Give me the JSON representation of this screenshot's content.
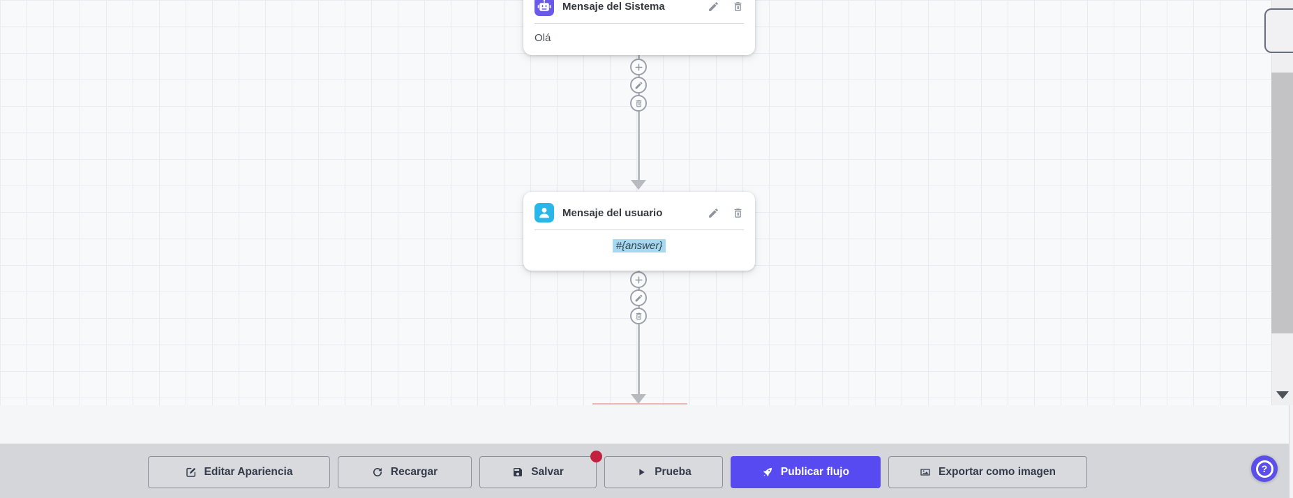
{
  "nodes": [
    {
      "title": "Mensaje del Sistema",
      "icon": "robot-icon",
      "icon_color": "#6a5ae9",
      "content": "Olá",
      "content_highlighted": false
    },
    {
      "title": "Mensaje del usuario",
      "icon": "user-icon",
      "icon_color": "#29b7ea",
      "content": "#{answer}",
      "content_highlighted": true
    }
  ],
  "node_actions": [
    "edit",
    "delete"
  ],
  "connector_actions": [
    "add",
    "edit",
    "delete"
  ],
  "toolbar": {
    "buttons": [
      {
        "label": "Editar Apariencia",
        "icon": "edit-appearance-icon",
        "variant": "default"
      },
      {
        "label": "Recargar",
        "icon": "refresh-icon",
        "variant": "default"
      },
      {
        "label": "Salvar",
        "icon": "save-icon",
        "variant": "default",
        "badge": "unsaved-changes-dot"
      },
      {
        "label": "Prueba",
        "icon": "play-icon",
        "variant": "default"
      },
      {
        "label": "Publicar flujo",
        "icon": "rocket-icon",
        "variant": "primary"
      },
      {
        "label": "Exportar como imagen",
        "icon": "image-icon",
        "variant": "default"
      }
    ]
  },
  "help_button": {
    "label": "?"
  },
  "colors": {
    "canvas_bg": "#f8f9fb",
    "grid_line": "#e9ebf3",
    "toolbar_bg": "#d4d6da",
    "primary_accent": "#574af0",
    "help_accent": "#5b4ee9",
    "badge_red": "#c2203e",
    "system_node_icon_bg": "#6a5ae9",
    "user_node_icon_bg": "#29b7ea",
    "variable_highlight_bg": "#a6d9ef",
    "connector_gray": "#b7babf"
  },
  "icons": {
    "robot-icon": "bot face glyph",
    "user-icon": "person silhouette",
    "pencil-icon": "edit pencil",
    "trash-icon": "trash can",
    "plus-icon": "plus sign",
    "scroll-down-icon": "down triangle",
    "question-icon": "circled question mark"
  }
}
